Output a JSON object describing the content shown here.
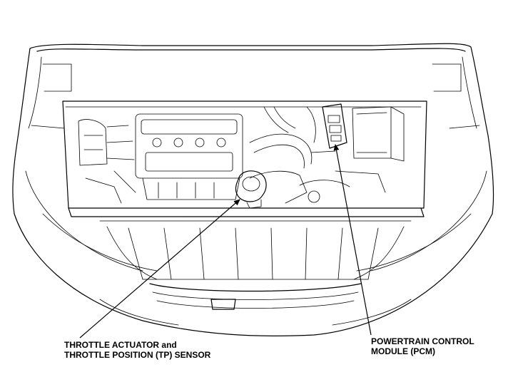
{
  "callouts": {
    "throttle": {
      "line1": "THROTTLE ACTUATOR and",
      "line2": "THROTTLE POSITION (TP) SENSOR"
    },
    "pcm": {
      "line1": "POWERTRAIN CONTROL",
      "line2": "MODULE (PCM)"
    }
  },
  "colors": {
    "line": "#000000",
    "background": "#ffffff"
  }
}
